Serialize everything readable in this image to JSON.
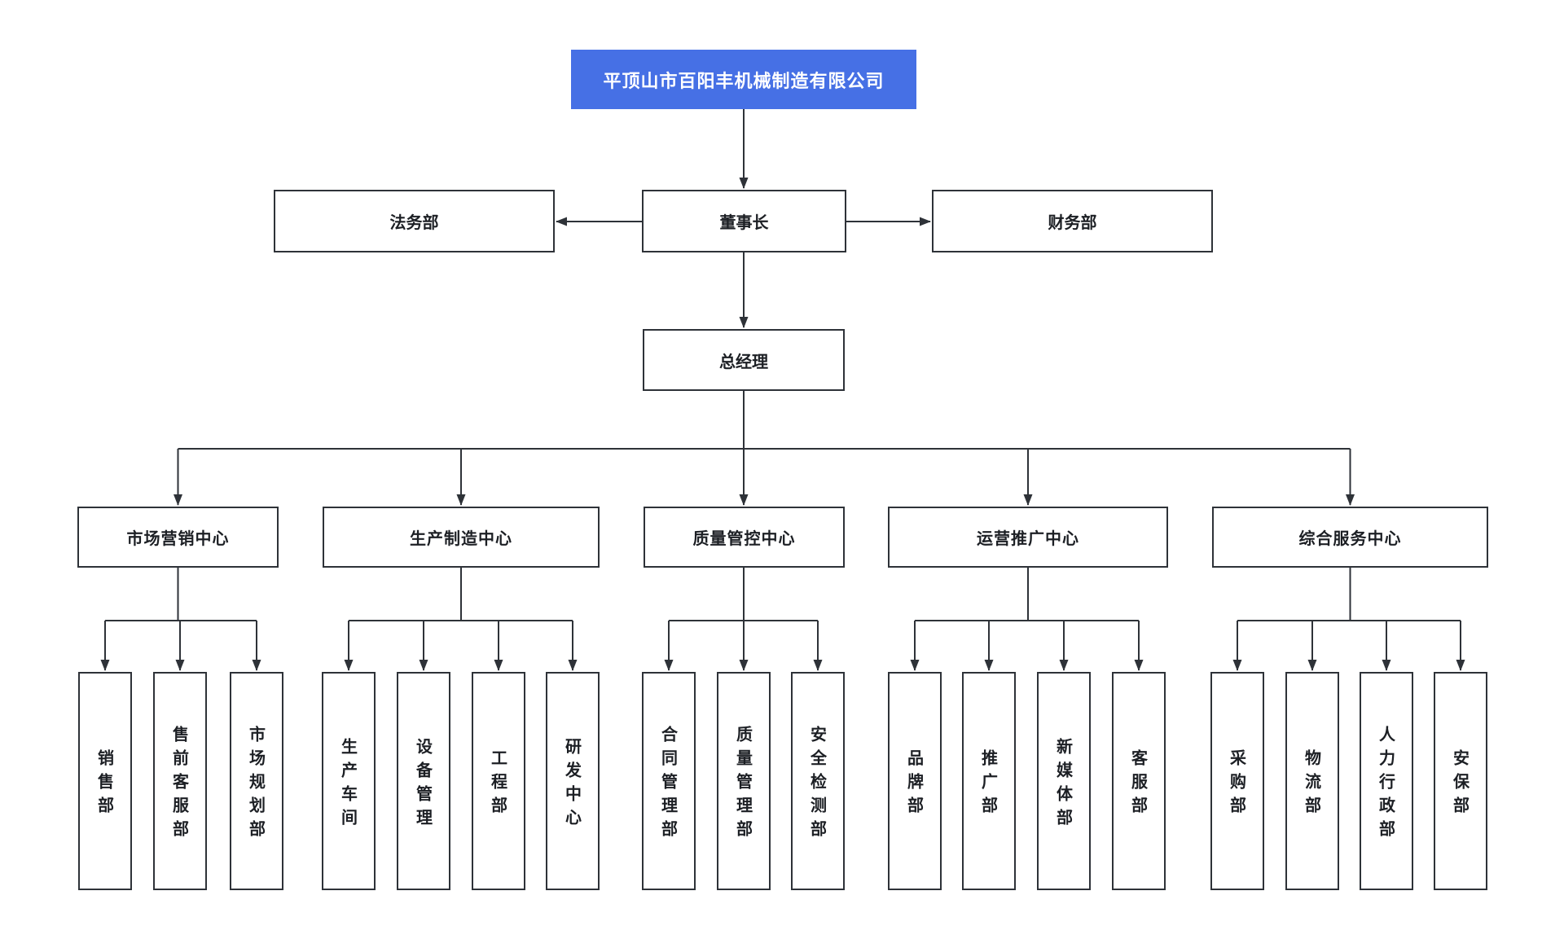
{
  "org": {
    "company": "平顶山市百阳丰机械制造有限公司",
    "level2": {
      "legal": "法务部",
      "chairman": "董事长",
      "finance": "财务部"
    },
    "general_manager": "总经理",
    "centers": [
      {
        "label": "市场营销中心",
        "depts": [
          "销售部",
          "售前客服部",
          "市场规划部"
        ]
      },
      {
        "label": "生产制造中心",
        "depts": [
          "生产车间",
          "设备管理",
          "工程部",
          "研发中心"
        ]
      },
      {
        "label": "质量管控中心",
        "depts": [
          "合同管理部",
          "质量管理部",
          "安全检测部"
        ]
      },
      {
        "label": "运营推广中心",
        "depts": [
          "品牌部",
          "推广部",
          "新媒体部",
          "客服部"
        ]
      },
      {
        "label": "综合服务中心",
        "depts": [
          "采购部",
          "物流部",
          "人力行政部",
          "安保部"
        ]
      }
    ],
    "colors": {
      "root_bg": "#4670e5",
      "root_text": "#ffffff",
      "line": "#2e3238",
      "box_bg": "#ffffff",
      "text": "#1c1f24"
    }
  }
}
